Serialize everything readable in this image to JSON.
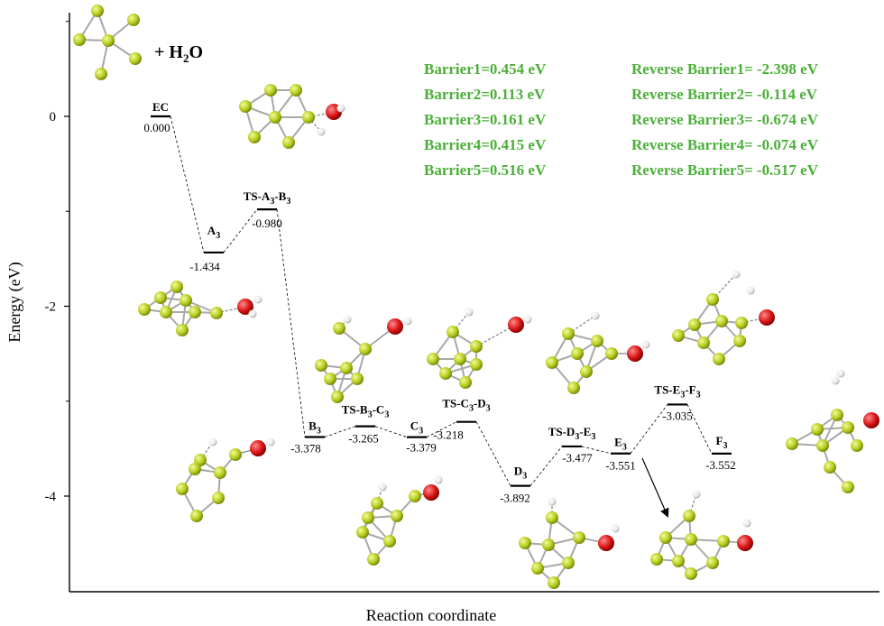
{
  "chart_data": {
    "type": "line",
    "xlabel": "Reaction coordinate",
    "ylabel": "Energy (eV)",
    "ylim": [
      -5,
      1
    ],
    "yticks": [
      "0",
      "-2",
      "-4"
    ],
    "reactant_label": "+ H2O",
    "states": [
      {
        "name": "EC",
        "energy": 0.0,
        "energy_label": "0.000"
      },
      {
        "name": "A3",
        "energy": -1.434,
        "energy_label": "-1.434"
      },
      {
        "name": "TS-A3-B3",
        "energy": -0.98,
        "energy_label": "-0.980"
      },
      {
        "name": "B3",
        "energy": -3.378,
        "energy_label": "-3.378"
      },
      {
        "name": "TS-B3-C3",
        "energy": -3.265,
        "energy_label": "-3.265"
      },
      {
        "name": "C3",
        "energy": -3.379,
        "energy_label": "-3.379"
      },
      {
        "name": "TS-C3-D3",
        "energy": -3.218,
        "energy_label": "-3.218"
      },
      {
        "name": "D3",
        "energy": -3.892,
        "energy_label": "-3.892"
      },
      {
        "name": "TS-D3-E3",
        "energy": -3.477,
        "energy_label": "-3.477"
      },
      {
        "name": "E3",
        "energy": -3.551,
        "energy_label": "-3.551"
      },
      {
        "name": "TS-E3-F3",
        "energy": -3.035,
        "energy_label": "-3.035"
      },
      {
        "name": "F3",
        "energy": -3.552,
        "energy_label": "-3.552"
      }
    ],
    "barriers": [
      "Barrier1=0.454 eV",
      "Barrier2=0.113 eV",
      "Barrier3=0.161 eV",
      "Barrier4=0.415 eV",
      "Barrier5=0.516 eV"
    ],
    "reverse_barriers": [
      "Reverse Barrier1= -2.398 eV",
      "Reverse Barrier2= -0.114 eV",
      "Reverse Barrier3= -0.674 eV",
      "Reverse Barrier4= -0.074 eV",
      "Reverse Barrier5= -0.517 eV"
    ],
    "colors": {
      "barrier_text": "#4caf3a",
      "sulfur_atom": "#b5cc1e",
      "oxygen_atom": "#d81414",
      "hydrogen_atom": "#e8e8e8",
      "bond": "#a8a8a8"
    }
  }
}
